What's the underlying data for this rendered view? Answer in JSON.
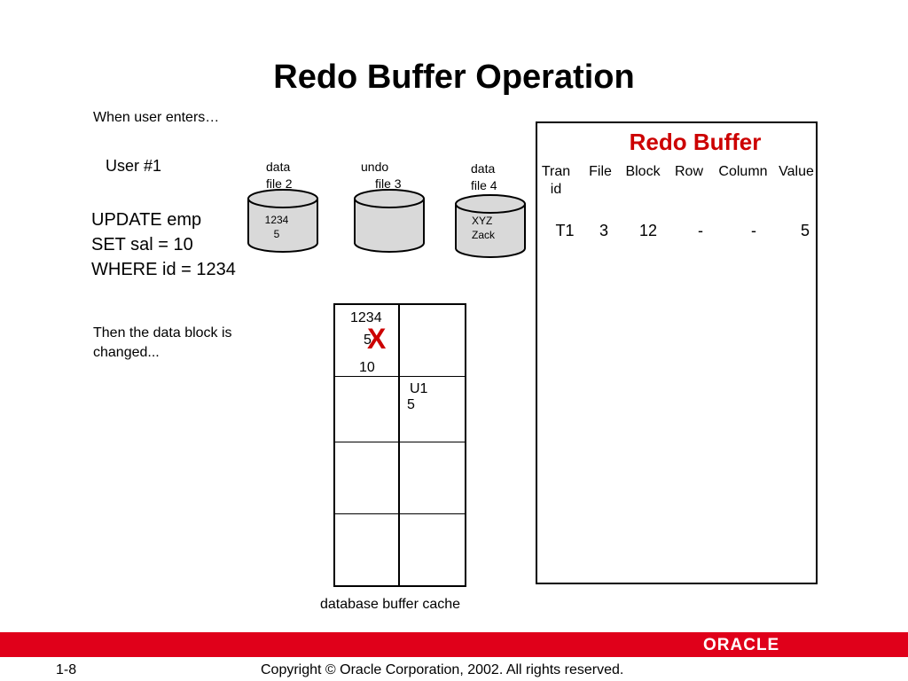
{
  "title": "Redo Buffer Operation",
  "intro": "When user enters…",
  "user": "User #1",
  "statement": [
    "UPDATE emp",
    "SET sal = 10",
    "WHERE id = 1234"
  ],
  "files": {
    "data2": [
      "data",
      "file 2"
    ],
    "data2_content": [
      "1234",
      "5"
    ],
    "undo": [
      "undo",
      "file 3"
    ],
    "data4": [
      "data",
      "file 4"
    ],
    "data4_content": [
      "XYZ",
      "Zack"
    ]
  },
  "then_text": [
    "Then  the data block is",
    "changed..."
  ],
  "buffer_cache": {
    "cell1": [
      "1234",
      "5",
      "10"
    ],
    "x_mark": "X",
    "cell_undo": [
      "U1",
      "5"
    ],
    "label": "database buffer cache"
  },
  "redo_buffer": {
    "title": "Redo Buffer",
    "columns": [
      [
        "Tran",
        "id"
      ],
      [
        "File"
      ],
      [
        "Block"
      ],
      [
        "Row"
      ],
      [
        "Column"
      ],
      [
        "Value"
      ]
    ],
    "row": [
      "T1",
      "3",
      "12",
      "-",
      "-",
      "5"
    ]
  },
  "footer": {
    "page": "1-8",
    "copyright": "Copyright © Oracle Corporation, 2002. All rights reserved.",
    "logo": "ORACLE"
  },
  "colors": {
    "accent_red": "#cc0000",
    "footer_red": "#e0001a",
    "cylinder_fill": "#d9d9d9"
  }
}
